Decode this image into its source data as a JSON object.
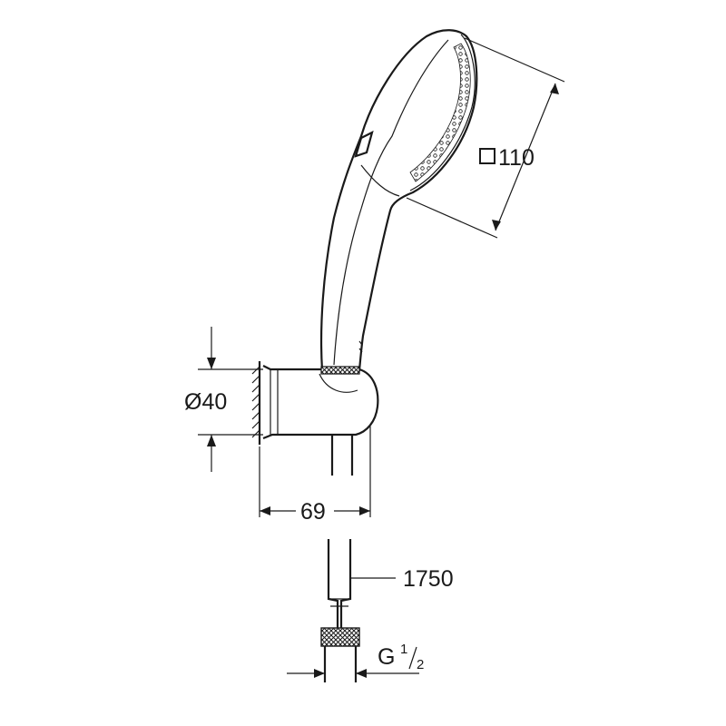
{
  "dimensions": {
    "head_size": "110",
    "mount_diameter": "Ø40",
    "mount_depth": "69",
    "hose_length": "1750",
    "thread_main": "G",
    "thread_fraction_num": "1",
    "thread_fraction_den": "2"
  },
  "colors": {
    "line": "#1a1a1a",
    "background": "#ffffff"
  },
  "icons": {
    "head_size_symbol": "square-dimension-icon"
  }
}
